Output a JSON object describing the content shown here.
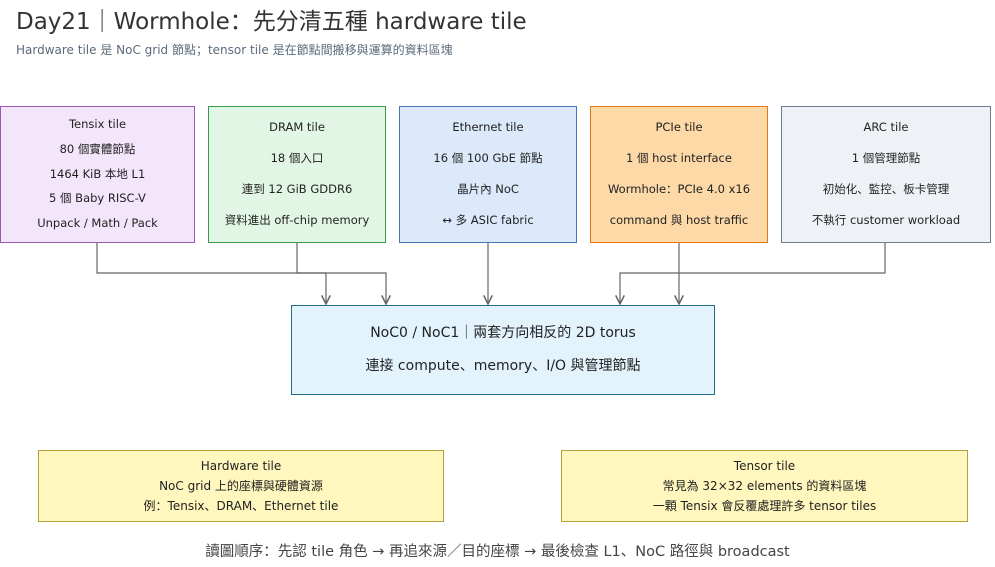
{
  "header": {
    "title": "Day21｜Wormhole：先分清五種 hardware tile",
    "subtitle": "Hardware tile 是 NoC grid 節點；tensor tile 是在節點間搬移與運算的資料區塊"
  },
  "tiles": [
    {
      "id": "tensix",
      "lines": [
        "Tensix tile",
        "80 個實體節點",
        "1464 KiB 本地 L1",
        "5 個 Baby RISC-V",
        "Unpack / Math / Pack"
      ]
    },
    {
      "id": "dram",
      "lines": [
        "DRAM tile",
        "18 個入口",
        "連到 12 GiB GDDR6",
        "資料進出 off-chip memory"
      ]
    },
    {
      "id": "ethernet",
      "lines": [
        "Ethernet tile",
        "16 個 100 GbE 節點",
        "晶片內 NoC",
        "↔ 多 ASIC fabric"
      ]
    },
    {
      "id": "pcie",
      "lines": [
        "PCIe tile",
        "1 個 host interface",
        "Wormhole：PCIe 4.0 x16",
        "command 與 host traffic"
      ]
    },
    {
      "id": "arc",
      "lines": [
        "ARC tile",
        "1 個管理節點",
        "初始化、監控、板卡管理",
        "不執行 customer workload"
      ]
    }
  ],
  "noc": {
    "line1": "NoC0 / NoC1｜兩套方向相反的 2D torus",
    "line2": "連接 compute、memory、I/O 與管理節點"
  },
  "notes": {
    "hardware": [
      "Hardware tile",
      "NoC grid 上的座標與硬體資源",
      "例：Tensix、DRAM、Ethernet tile"
    ],
    "tensor": [
      "Tensor tile",
      "常見為 32×32 elements 的資料區塊",
      "一顆 Tensix 會反覆處理許多 tensor tiles"
    ]
  },
  "footer": "讀圖順序：先認 tile 角色 → 再追來源／目的座標 → 最後檢查 L1、NoC 路徑與 broadcast",
  "colors": {
    "edge": "#666666",
    "tensix_fill": "#f3e6fb",
    "dram_fill": "#e2f6e6",
    "ethernet_fill": "#dbe9fb",
    "pcie_fill": "#fcd9a7",
    "arc_fill": "#eef2f7",
    "noc_fill": "#e2f3fc",
    "note_fill": "#fff7bd"
  }
}
